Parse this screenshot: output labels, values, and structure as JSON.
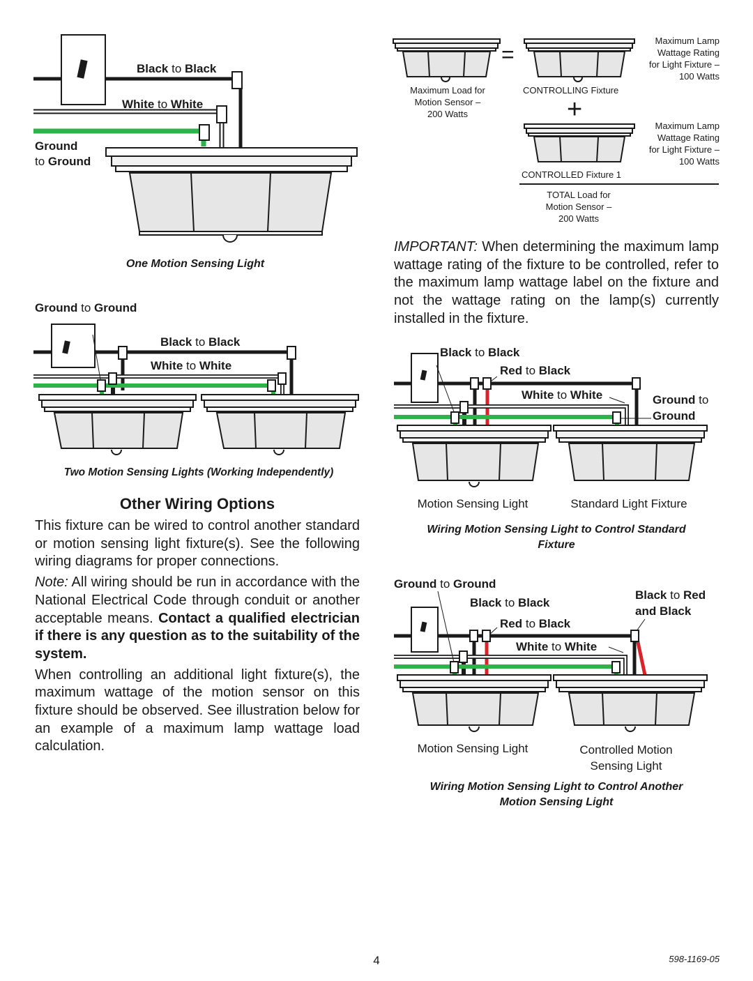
{
  "diagram1": {
    "black_a": "Black",
    "black_to": " to ",
    "black_b": "Black",
    "white_a": "White",
    "white_to": " to ",
    "white_b": "White",
    "ground_a": "Ground",
    "ground_to": "to ",
    "ground_b": "Ground",
    "caption": "One Motion Sensing Light"
  },
  "diagram2": {
    "ground_a": "Ground",
    "ground_to": " to ",
    "ground_b": "Ground",
    "black_a": "Black",
    "black_to": " to ",
    "black_b": "Black",
    "white_a": "White",
    "white_to": " to ",
    "white_b": "White",
    "caption": "Two Motion Sensing Lights (Working Independently)"
  },
  "other_wiring": {
    "heading": "Other Wiring Options",
    "para1": "This fixture can be wired to control another standard or motion sensing light fixture(s). See the following wiring diagrams for proper connections.",
    "note_label": "Note:",
    "note_text": " All wiring should be run in accordance with the National Electrical Code through conduit or another acceptable means. ",
    "note_bold": "Contact a qualified electrician if there is any question as to the suitability of the system.",
    "para3": "When controlling an additional light fixture(s), the maximum wattage of the motion sensor on this fixture should be observed. See illustration below for an example of a maximum lamp wattage load calculation."
  },
  "calc": {
    "max_load_lines": [
      "Maximum Load for",
      "Motion Sensor –",
      "200 Watts"
    ],
    "controlling_label": "CONTROLLING Fixture",
    "max_lamp_1_lines": [
      "Maximum Lamp",
      "Wattage Rating",
      "for Light Fixture –",
      "100 Watts"
    ],
    "controlled_label": "CONTROLLED Fixture 1",
    "max_lamp_2_lines": [
      "Maximum Lamp",
      "Wattage Rating",
      "for Light Fixture –",
      "100 Watts"
    ],
    "total_lines": [
      "TOTAL Load for",
      "Motion Sensor –",
      "200 Watts"
    ],
    "equals": "=",
    "plus": "+"
  },
  "important": {
    "label": "IMPORTANT:",
    "text": " When determining the maximum lamp wattage rating of the fixture to be controlled, refer to the maximum lamp wattage label on the fixture and not the wattage rating on the lamp(s) currently installed in the fixture."
  },
  "diagram3": {
    "black_a": "Black",
    "black_to": " to ",
    "black_b": "Black",
    "red_a": "Red",
    "red_to": " to ",
    "red_b": "Black",
    "white_a": "White",
    "white_to": " to ",
    "white_b": "White",
    "ground_a": "Ground",
    "ground_to": " to",
    "ground_b": "Ground",
    "left_label": "Motion Sensing Light",
    "right_label": "Standard Light Fixture",
    "caption_1": "Wiring Motion Sensing Light to Control Standard",
    "caption_2": "Fixture"
  },
  "diagram4": {
    "ground_a": "Ground",
    "ground_to": " to ",
    "ground_b": "Ground",
    "black_a": "Black",
    "black_to": " to ",
    "black_b": "Black",
    "red_a": "Red",
    "red_to": " to ",
    "red_b": "Black",
    "white_a": "White",
    "white_to": " to ",
    "white_b": "White",
    "btr_a": "Black",
    "btr_to": " to ",
    "btr_b": "Red",
    "and_black": "and Black",
    "left_label": "Motion Sensing Light",
    "right_label_1": "Controlled Motion",
    "right_label_2": "Sensing Light",
    "caption_1": "Wiring Motion Sensing Light to Control Another",
    "caption_2": "Motion Sensing Light"
  },
  "footer": {
    "page_number": "4",
    "doc_number": "598-1169-05"
  },
  "colors": {
    "wire_black": "#1a1a1a",
    "wire_green": "#2db34a",
    "wire_red": "#d8232a",
    "fixture_fill": "#e6e6e6",
    "fixture_stroke": "#1a1a1a"
  }
}
